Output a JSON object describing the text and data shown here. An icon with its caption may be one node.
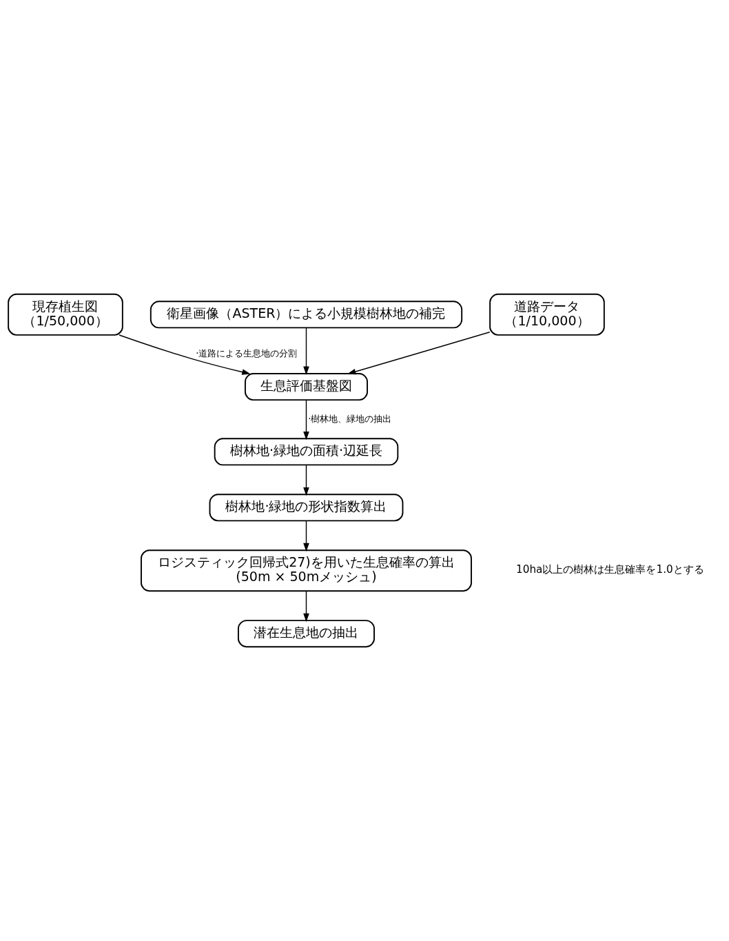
{
  "diagram": {
    "nodes": [
      {
        "text": [
          "現存植生図",
          "（1/50,000）"
        ]
      },
      {
        "text": [
          "衛星画像（ASTER）による小規模樹林地の補完"
        ]
      },
      {
        "text": [
          "道路データ",
          "（1/10,000）"
        ]
      },
      {
        "text": [
          "生息評価基盤図"
        ]
      },
      {
        "text": [
          "樹林地·緑地の面積·辺延長"
        ]
      },
      {
        "text": [
          "樹林地·緑地の形状指数算出"
        ]
      },
      {
        "text": [
          "ロジスティック回帰式27)を用いた生息確率の算出",
          "(50m × 50mメッシュ)"
        ]
      },
      {
        "text": [
          "潜在生息地の抽出"
        ]
      }
    ],
    "edges": [
      {
        "from": 0,
        "to": 3,
        "arrow": "to",
        "label": "·道路による生息地の分割"
      },
      {
        "from": 1,
        "to": 3,
        "arrow": "to"
      },
      {
        "from": 2,
        "to": 3,
        "arrow": "to"
      },
      {
        "from": 3,
        "to": 4,
        "arrow": "to",
        "label": "·樹林地、緑地の抽出"
      },
      {
        "from": 4,
        "to": 5,
        "arrow": "to"
      },
      {
        "from": 5,
        "to": 6,
        "arrow": "to"
      },
      {
        "from": 6,
        "to": 7,
        "arrow": "to"
      }
    ],
    "labels": [
      "10ha以上の樹林は生息確率を1.0とする"
    ]
  }
}
